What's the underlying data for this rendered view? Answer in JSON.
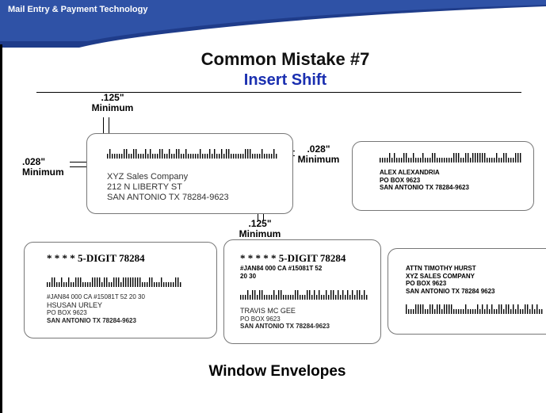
{
  "header": {
    "label": "Mail Entry & Payment Technology"
  },
  "title": "Common Mistake #7",
  "subtitle": "Insert Shift",
  "dims": {
    "top": ".125\"",
    "top_sub": "Minimum",
    "left": ".028\"",
    "left_sub": "Minimum",
    "right": ".028\"",
    "right_sub": "Minimum",
    "bottom": ".125\"",
    "bottom_sub": "Minimum"
  },
  "main_env": {
    "line1": "XYZ Sales Company",
    "line2": "212 N LIBERTY ST",
    "line3": "SAN ANTONIO  TX 78284-9623"
  },
  "env_right_top": {
    "line1": "ALEX ALEXANDRIA",
    "line2": "PO BOX 9623",
    "line3": "SAN ANTONIO  TX 78284-9623"
  },
  "env_b1": {
    "digit": "* * * * 5-DIGIT 78284",
    "line1": "#JAN84 000 CA #15081T 52 20 30",
    "line2": "HSUSAN URLEY",
    "line3": "PO BOX 9623",
    "line4": "SAN ANTONIO TX 78284-9623"
  },
  "env_b2": {
    "digit": "* * * * * 5-DIGIT 78284",
    "line1": "#JAN84 000 CA #15081T 52",
    "line1b": "20 30",
    "line2": "TRAVIS MC GEE",
    "line3": "PO BOX 9623",
    "line4": "SAN ANTONIO TX 78284-9623"
  },
  "env_b3": {
    "line1": "ATTN TIMOTHY HURST",
    "line2": "XYZ SALES COMPANY",
    "line3": "PO BOX 9623",
    "line4": "SAN ANTONIO TX 78284 9623"
  },
  "bottom_title": "Window Envelopes"
}
